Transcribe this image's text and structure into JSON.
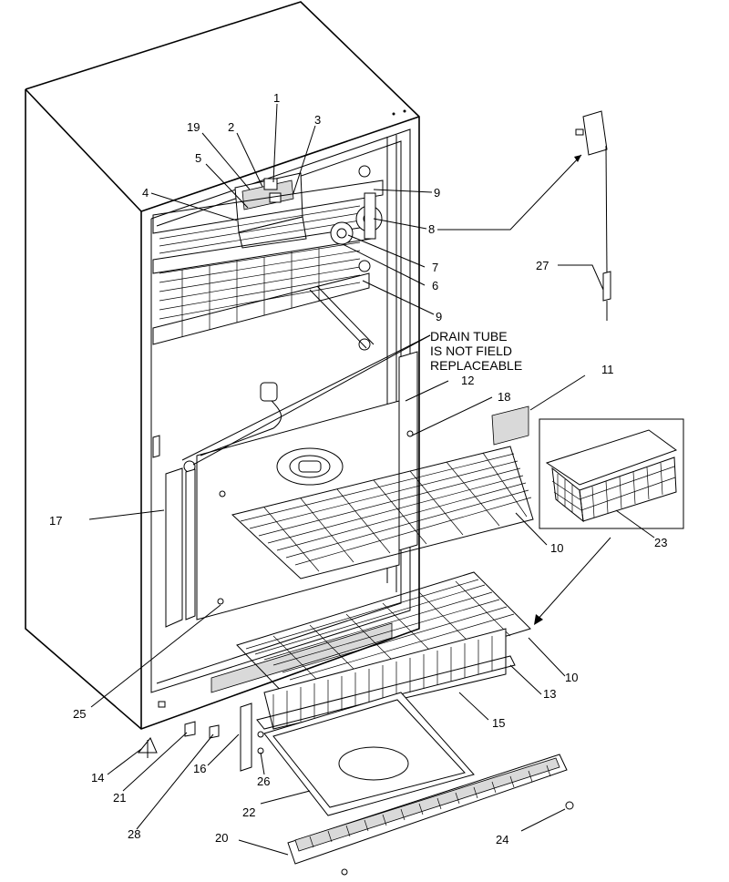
{
  "note": {
    "line1": "DRAIN TUBE",
    "line2": "IS NOT FIELD",
    "line3": "REPLACEABLE"
  },
  "callouts": {
    "c1": "1",
    "c2": "2",
    "c3": "3",
    "c4": "4",
    "c5": "5",
    "c6": "6",
    "c7": "7",
    "c8": "8",
    "c9a": "9",
    "c9b": "9",
    "c10a": "10",
    "c10b": "10",
    "c11": "11",
    "c12": "12",
    "c13": "13",
    "c14": "14",
    "c15": "15",
    "c16": "16",
    "c17": "17",
    "c18": "18",
    "c19": "19",
    "c20": "20",
    "c21": "21",
    "c22": "22",
    "c23": "23",
    "c24": "24",
    "c25": "25",
    "c26": "26",
    "c27": "27",
    "c28": "28"
  }
}
